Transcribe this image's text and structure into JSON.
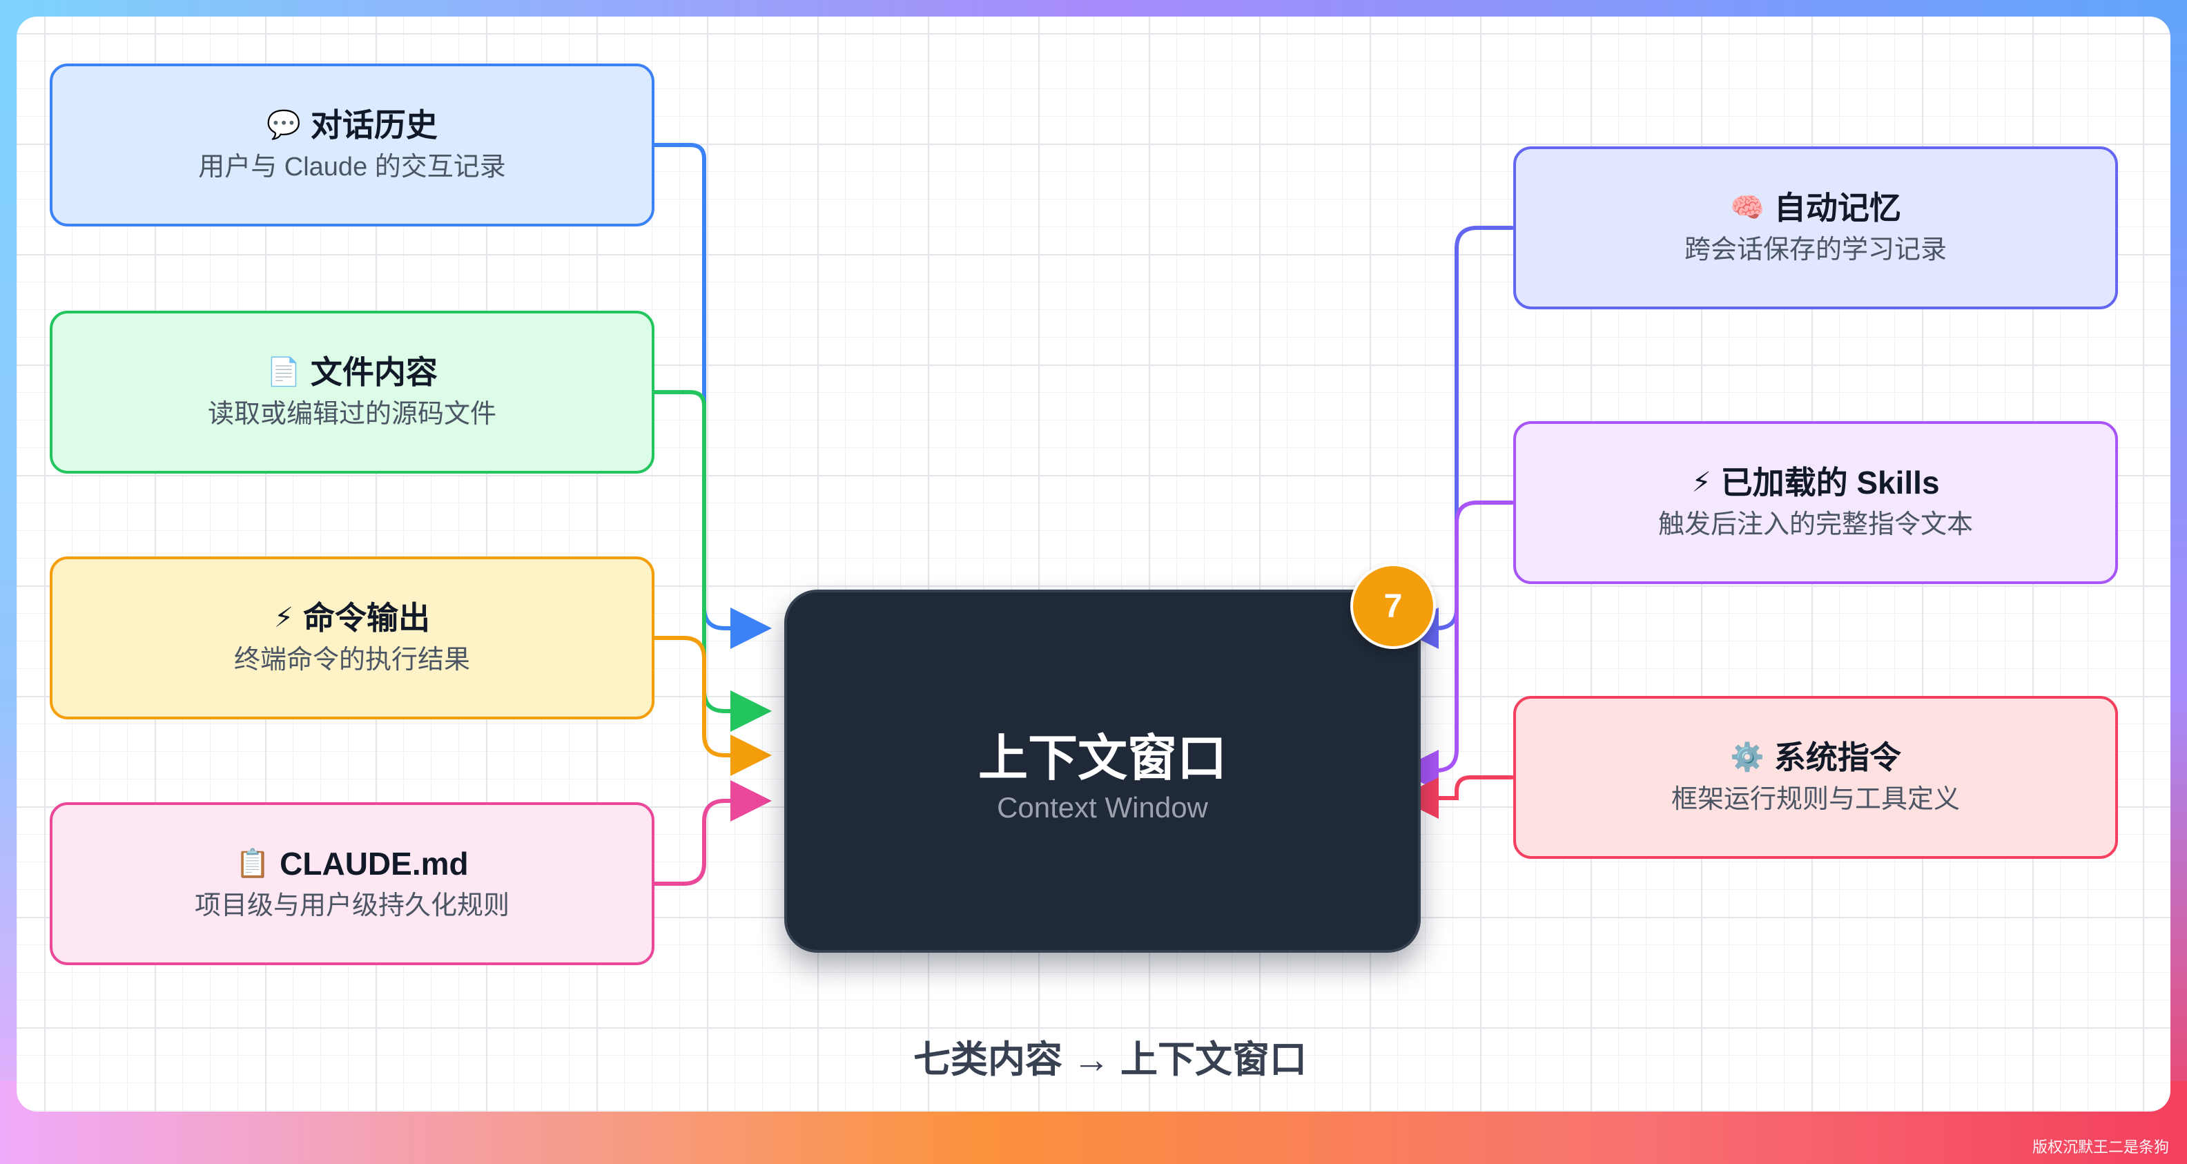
{
  "diagram": {
    "caption": "七类内容 → 上下文窗口",
    "center": {
      "title": "上下文窗口",
      "subtitle": "Context Window",
      "badge": "7"
    },
    "boxes": [
      {
        "id": "history",
        "icon": "💬",
        "icon_name": "speech-bubble-icon",
        "title": "对话历史",
        "desc": "用户与 Claude 的交互记录",
        "bg": "#dbeafe",
        "border": "#3b82f6",
        "line": "#3b82f6"
      },
      {
        "id": "files",
        "icon": "📄",
        "icon_name": "document-icon",
        "title": "文件内容",
        "desc": "读取或编辑过的源码文件",
        "bg": "#dcfce7",
        "border": "#22c55e",
        "line": "#22c55e"
      },
      {
        "id": "command",
        "icon": "⚡",
        "icon_name": "lightning-icon",
        "title": "命令输出",
        "desc": "终端命令的执行结果",
        "bg": "#fef3c7",
        "border": "#f59e0b",
        "line": "#f59e0b"
      },
      {
        "id": "claude-md",
        "icon": "📋",
        "icon_name": "clipboard-icon",
        "title": "CLAUDE.md",
        "desc": "项目级与用户级持久化规则",
        "bg": "#fce7f3",
        "border": "#ec4899",
        "line": "#ec4899"
      },
      {
        "id": "memory",
        "icon": "🧠",
        "icon_name": "brain-icon",
        "title": "自动记忆",
        "desc": "跨会话保存的学习记录",
        "bg": "#e0e7ff",
        "border": "#6366f1",
        "line": "#6366f1"
      },
      {
        "id": "skills",
        "icon": "⚡",
        "icon_name": "lightning-icon",
        "title": "已加载的 Skills",
        "desc": "触发后注入的完整指令文本",
        "bg": "#f3e8ff",
        "border": "#a855f7",
        "line": "#a855f7"
      },
      {
        "id": "system",
        "icon": "⚙️",
        "icon_name": "gear-icon",
        "title": "系统指令",
        "desc": "框架运行规则与工具定义",
        "bg": "#fee2e2",
        "border": "#f43f5e",
        "line": "#f43f5e"
      }
    ]
  },
  "watermark": "版权沉默王二是条狗"
}
